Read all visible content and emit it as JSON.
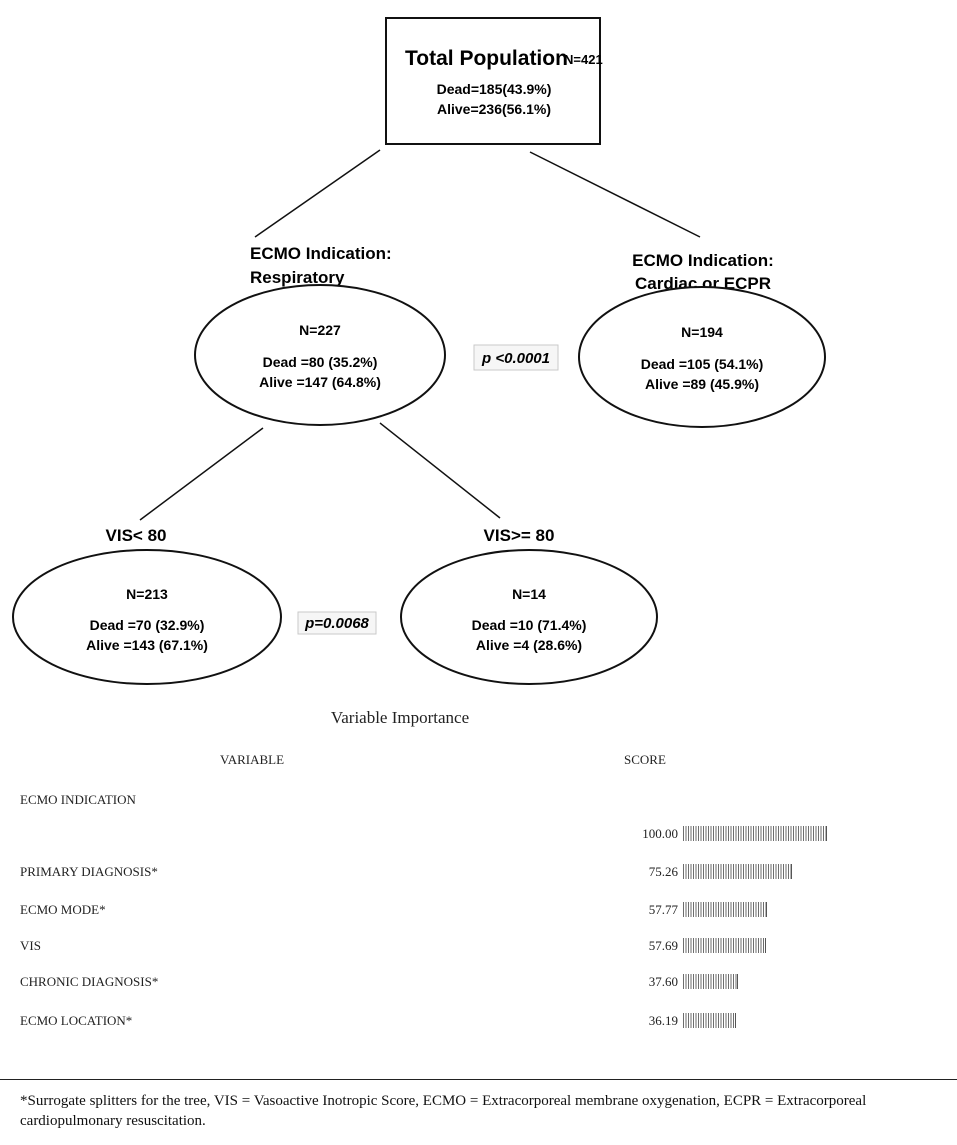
{
  "tree": {
    "root": {
      "title": "Total Population",
      "n": "N=421",
      "dead": "Dead=185(43.9%)",
      "alive": "Alive=236(56.1%)"
    },
    "left": {
      "label_line1": "ECMO Indication:",
      "label_line2": "Respiratory",
      "n": "N=227",
      "dead": "Dead =80 (35.2%)",
      "alive": "Alive =147 (64.8%)"
    },
    "right": {
      "label_line1": "ECMO Indication:",
      "label_line2": "Cardiac or ECPR",
      "n": "N=194",
      "dead": "Dead =105 (54.1%)",
      "alive": "Alive =89 (45.9%)"
    },
    "p_level1": "p <0.0001",
    "left_left": {
      "label": "VIS< 80",
      "n": "N=213",
      "dead": "Dead =70 (32.9%)",
      "alive": "Alive =143 (67.1%)"
    },
    "left_right": {
      "label": "VIS>= 80",
      "n": "N=14",
      "dead": "Dead =10 (71.4%)",
      "alive": "Alive =4 (28.6%)"
    },
    "p_level2": "p=0.0068"
  },
  "importance": {
    "title": "Variable Importance",
    "col_variable": "VARIABLE",
    "col_score": "SCORE",
    "rows": [
      {
        "name": "ECMO INDICATION",
        "score": "100.00",
        "value": 100.0
      },
      {
        "name": "PRIMARY DIAGNOSIS*",
        "score": "75.26",
        "value": 75.26
      },
      {
        "name": "ECMO MODE*",
        "score": "57.77",
        "value": 57.77
      },
      {
        "name": "VIS",
        "score": "57.69",
        "value": 57.69
      },
      {
        "name": "CHRONIC DIAGNOSIS*",
        "score": "37.60",
        "value": 37.6
      },
      {
        "name": "ECMO LOCATION*",
        "score": "36.19",
        "value": 36.19
      }
    ]
  },
  "footnote": "*Surrogate splitters for the tree, VIS = Vasoactive Inotropic Score, ECMO = Extracorporeal membrane oxygenation, ECPR = Extracorporeal cardiopulmonary resuscitation."
}
